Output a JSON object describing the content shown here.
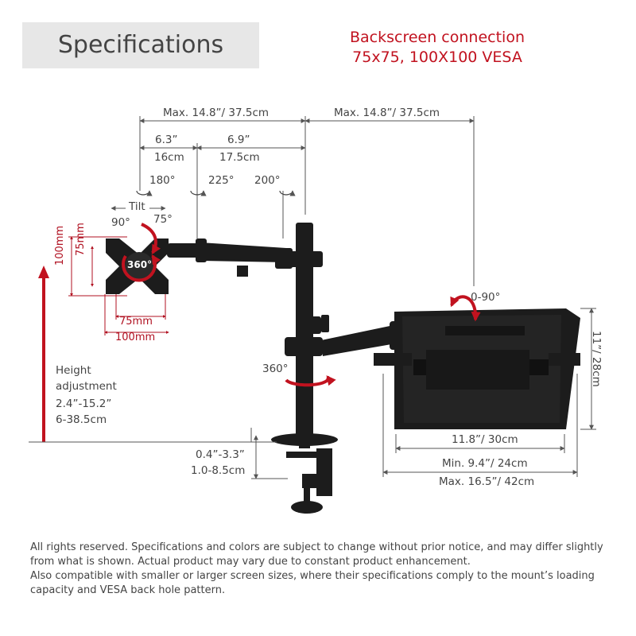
{
  "header": {
    "title": "Specifications",
    "backscreen_line1": "Backscreen connection",
    "backscreen_line2": "75x75, 100X100 VESA"
  },
  "dimensions": {
    "arm_reach_left": "Max. 14.8”/ 37.5cm",
    "arm_reach_right": "Max. 14.8”/ 37.5cm",
    "segment1_in": "6.3”",
    "segment1_cm": "16cm",
    "segment2_in": "6.9”",
    "segment2_cm": "17.5cm",
    "rot_180": "180°",
    "rot_225": "225°",
    "rot_200": "200°",
    "tilt": "Tilt",
    "tilt_90": "90°",
    "tilt_75": "75°",
    "rotate_360": "360°",
    "vesa_75_v": "75mm",
    "vesa_100_v": "100mm",
    "vesa_75_h": "75mm",
    "vesa_100_h": "100mm",
    "height_1": "Height",
    "height_2": "adjustment",
    "height_3": "2.4”-15.2”",
    "height_4": "6-38.5cm",
    "pole_360": "360°",
    "tray_tilt": "0-90°",
    "tray_depth": "11”/ 28cm",
    "tray_width": "11.8”/ 30cm",
    "tray_min": "Min. 9.4”/ 24cm",
    "tray_max": "Max. 16.5”/ 42cm",
    "clamp_in": "0.4”-3.3”",
    "clamp_cm": "1.0-8.5cm"
  },
  "footer": {
    "line1": "All rights reserved. Specifications and colors are subject to change without prior notice, and may differ slightly from what is shown. Actual product may vary due to constant product enhancement.",
    "line2": "Also compatible with smaller or larger screen sizes, where their specifications comply to the mount’s loading capacity and VESA back hole pattern."
  },
  "colors": {
    "accent_red": "#c1121f",
    "product_black": "#1c1c1c",
    "title_bg": "#e7e7e7"
  }
}
